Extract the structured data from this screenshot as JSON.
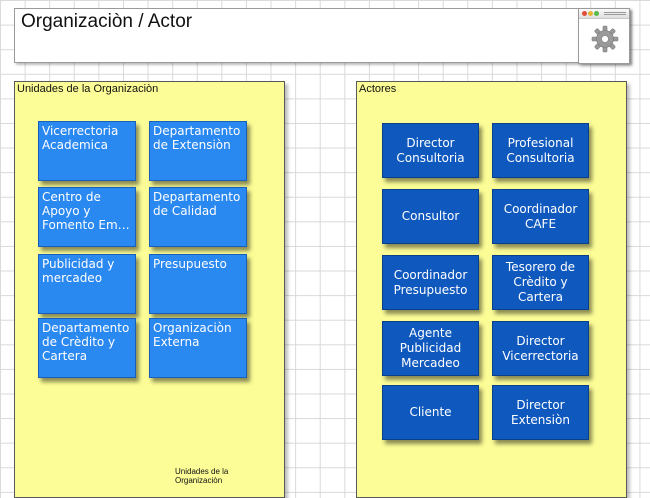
{
  "header": {
    "title": "Organizaciòn / Actor"
  },
  "thumbnail": {
    "icon": "gear-icon"
  },
  "units_panel": {
    "title": "Unidades de la Organizaciòn",
    "items": [
      {
        "label": "Vicerrectoria Academica"
      },
      {
        "label": "Departamento de Extensiòn"
      },
      {
        "label": "Centro de Apoyo y Fomento Em…"
      },
      {
        "label": "Departamento de Calidad"
      },
      {
        "label": "Publicidad y mercadeo"
      },
      {
        "label": "Presupuesto"
      },
      {
        "label": "Departamento de Crèdito y Cartera"
      },
      {
        "label": "Organizaciòn Externa"
      }
    ],
    "note": "Unidades de la Organizaciòn"
  },
  "actors_panel": {
    "title": "Actores",
    "items": [
      {
        "label": "Director Consultoria"
      },
      {
        "label": "Profesional Consultoria"
      },
      {
        "label": "Consultor"
      },
      {
        "label": "Coordinador CAFE"
      },
      {
        "label": "Coordinador Presupuesto"
      },
      {
        "label": "Tesorero de Crèdito y Cartera"
      },
      {
        "label": "Agente Publicidad Mercadeo"
      },
      {
        "label": "Director Vicerrectoria"
      },
      {
        "label": "Cliente"
      },
      {
        "label": "Director Extensiòn"
      }
    ]
  },
  "colors": {
    "panel_fill": "#fcfd96",
    "unit_fill": "#2a88f1",
    "actor_fill": "#0f59be"
  }
}
